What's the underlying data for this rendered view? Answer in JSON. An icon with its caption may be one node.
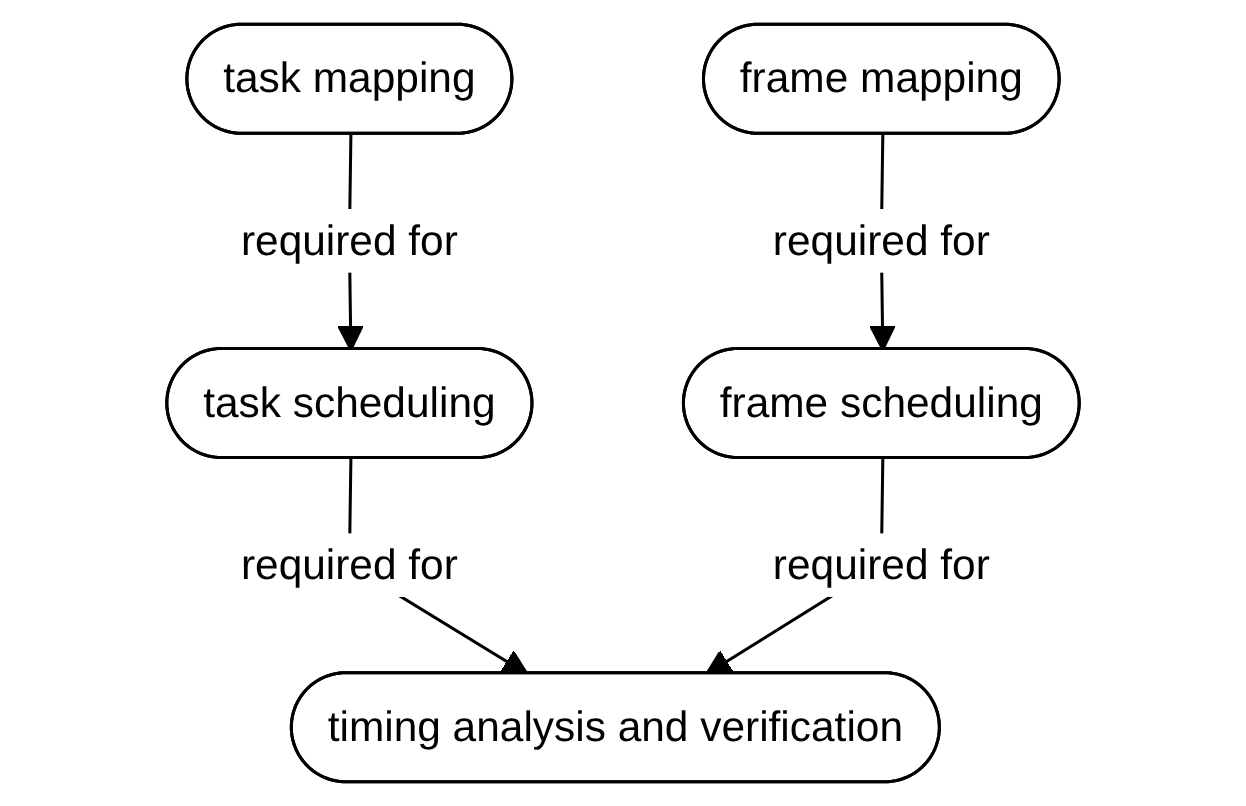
{
  "diagram": {
    "nodes": [
      {
        "text": [
          "task mapping"
        ]
      },
      {
        "text": [
          "frame mapping"
        ]
      },
      {
        "text": [
          "task scheduling"
        ]
      },
      {
        "text": [
          "frame scheduling"
        ]
      },
      {
        "text": [
          "timing analysis and verification"
        ]
      }
    ],
    "edges": [
      {
        "from": 0,
        "to": 2,
        "arrow": "to",
        "label": "required for"
      },
      {
        "from": 1,
        "to": 3,
        "arrow": "to",
        "label": "required for"
      },
      {
        "from": 2,
        "to": 4,
        "arrow": "to",
        "label": "required for"
      },
      {
        "from": 3,
        "to": 4,
        "arrow": "to",
        "label": "required for"
      }
    ]
  }
}
